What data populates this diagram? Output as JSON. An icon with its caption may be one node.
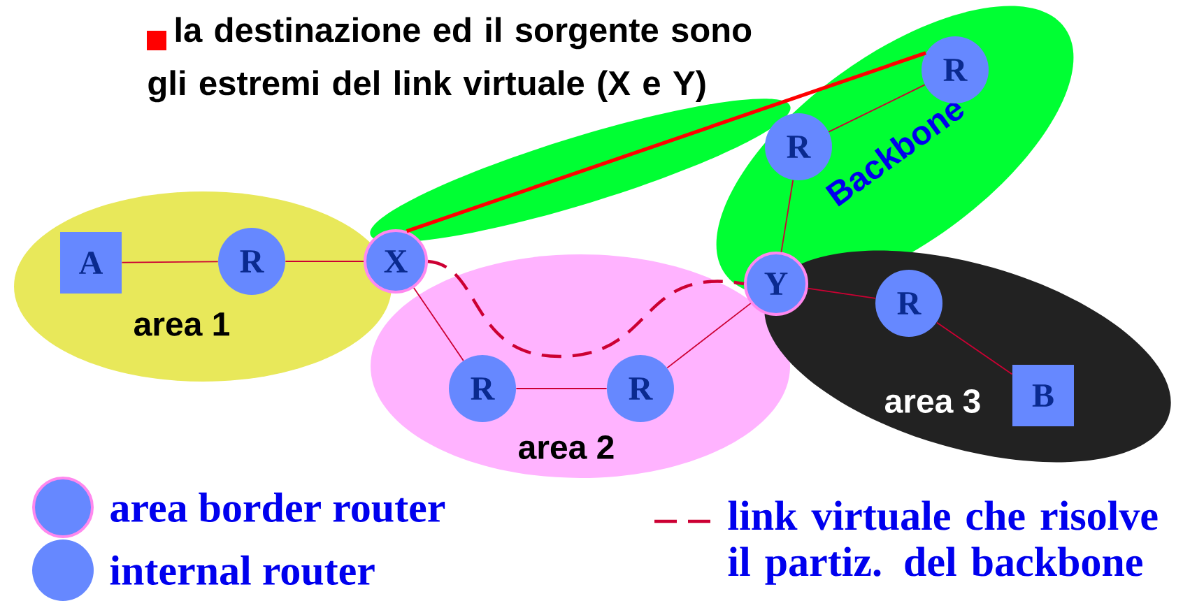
{
  "diagram": {
    "nodes": [
      {
        "text": [
          "Backbone"
        ]
      },
      {
        "text": [
          "R"
        ],
        "in": 0
      },
      {
        "text": [
          "R"
        ],
        "in": 0
      },
      {
        "text": [
          "area 1"
        ]
      },
      {
        "text": [
          "A"
        ],
        "in": 3
      },
      {
        "text": [
          "R"
        ],
        "in": 3
      },
      {
        "text": [
          "X"
        ]
      },
      {
        "text": [
          "Y"
        ]
      },
      {
        "text": [
          "area 2"
        ]
      },
      {
        "text": [
          "R"
        ],
        "in": 8
      },
      {
        "text": [
          "R"
        ],
        "in": 8
      },
      {
        "text": [
          "area 3"
        ]
      },
      {
        "text": [
          "R"
        ],
        "in": 11
      },
      {
        "text": [
          "B"
        ],
        "in": 11
      }
    ],
    "edges": [
      {
        "from": 4,
        "to": 5,
        "arrow": "none"
      },
      {
        "from": 5,
        "to": 6,
        "arrow": "none"
      },
      {
        "from": 6,
        "to": 9,
        "arrow": "none"
      },
      {
        "from": 9,
        "to": 10,
        "arrow": "none"
      },
      {
        "from": 10,
        "to": 7,
        "arrow": "none"
      },
      {
        "from": 7,
        "to": 12,
        "arrow": "none"
      },
      {
        "from": 12,
        "to": 13,
        "arrow": "none"
      },
      {
        "from": 7,
        "to": 2,
        "arrow": "none"
      },
      {
        "from": 2,
        "to": 1,
        "arrow": "none"
      },
      {
        "from": 6,
        "to": 1,
        "arrow": "none",
        "style": "thick",
        "color": "#ff0000"
      },
      {
        "from": 6,
        "to": 7,
        "arrow": "none",
        "style": "dashed"
      }
    ],
    "labels": [
      "la destinazione ed il sorgente sono gli estremi del link virtuale (X e Y)"
    ],
    "legend": [
      {
        "text": "area border router"
      },
      {
        "text": "internal router"
      },
      {
        "text": "link virtuale che risolve il partiz. del backbone"
      }
    ]
  }
}
